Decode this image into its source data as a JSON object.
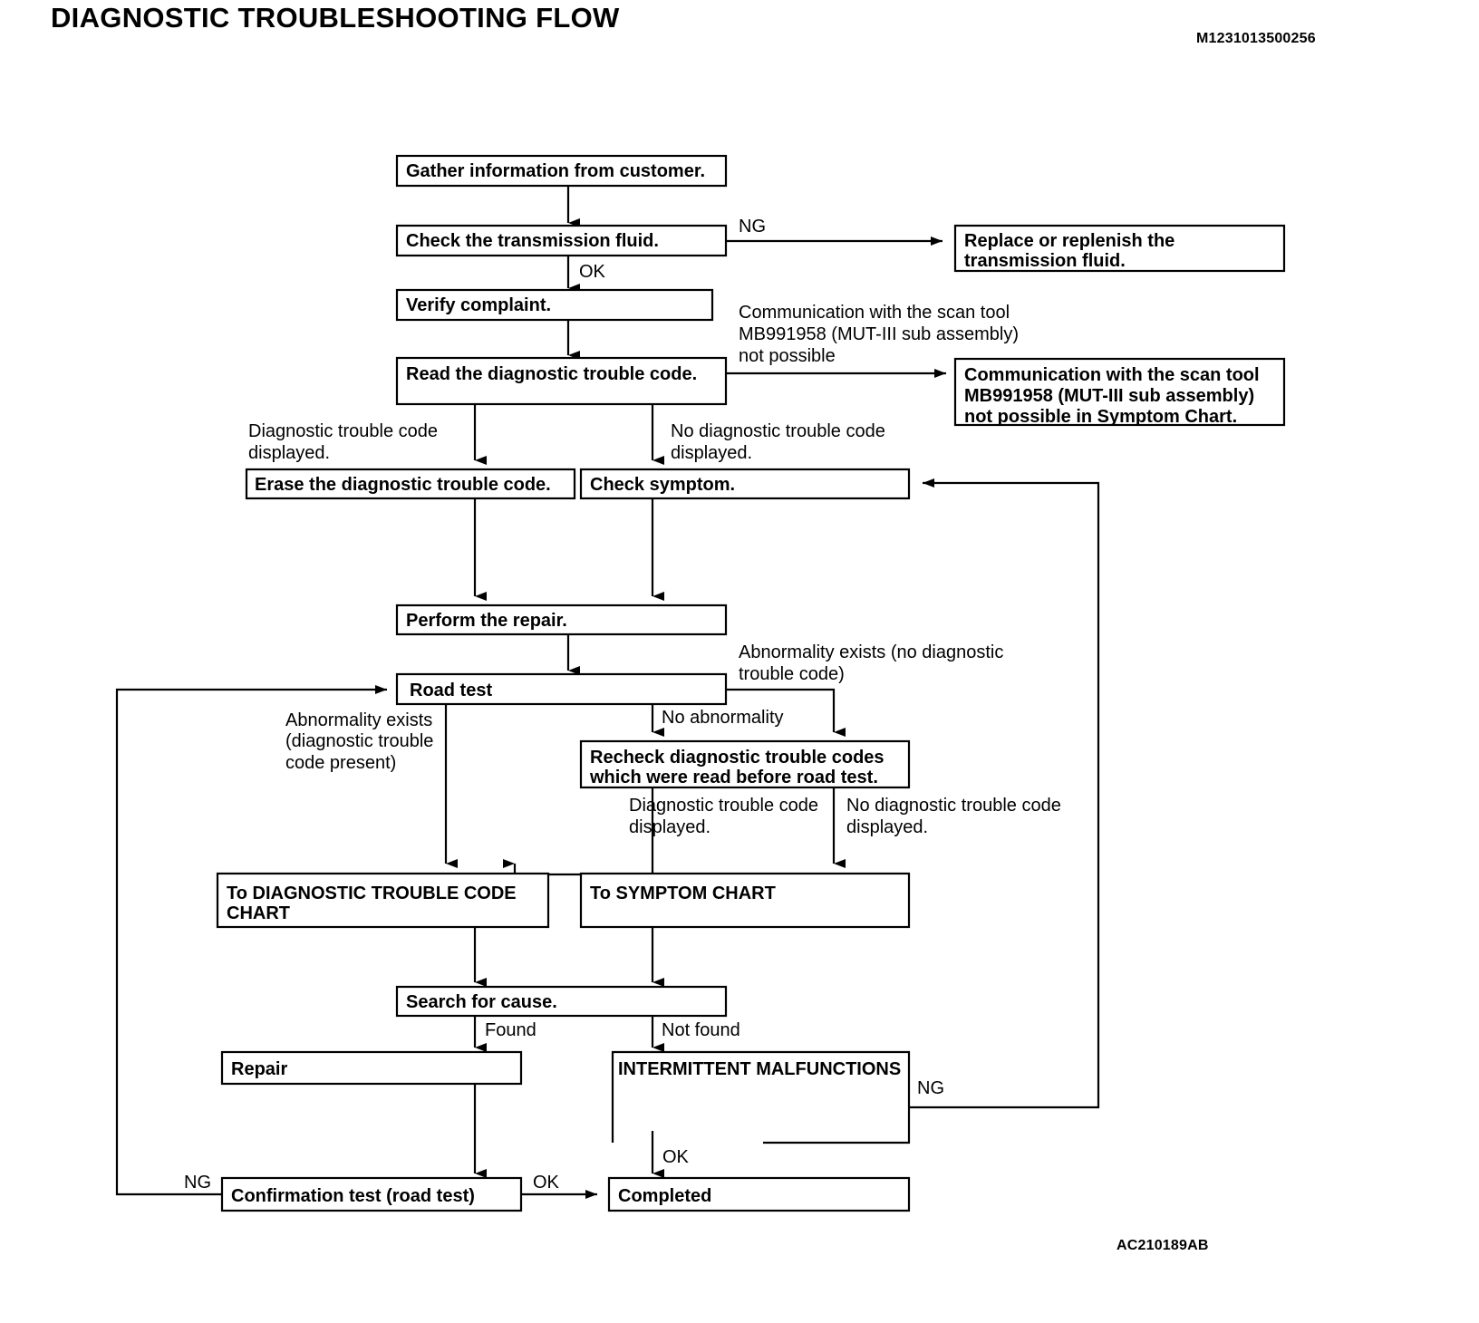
{
  "header": {
    "title": "DIAGNOSTIC TROUBLESHOOTING FLOW",
    "doc_id": "M1231013500256"
  },
  "footer": {
    "figure_id": "AC210189AB"
  },
  "chart_data": {
    "type": "diagram",
    "diagram_kind": "flowchart",
    "title": "DIAGNOSTIC TROUBLESHOOTING FLOW"
  },
  "nodes": {
    "gather_info": {
      "line1": "Gather information from customer."
    },
    "check_fluid": {
      "line1": "Check the  transmission fluid."
    },
    "verify_complaint": {
      "line1": "Verify complaint."
    },
    "read_dtc": {
      "line1": "Read the diagnostic trouble code."
    },
    "replace_fluid": {
      "line1": "Replace or replenish the",
      "line2": "transmission fluid."
    },
    "comm_not_possible": {
      "line1": "Communication with the scan tool",
      "line2": "MB991958 (MUT-III sub assembly)",
      "line3": "not possible in Symptom Chart."
    },
    "erase_dtc": {
      "line1": "Erase the diagnostic trouble code."
    },
    "check_symptom": {
      "line1": "Check symptom."
    },
    "perform_repair": {
      "line1": "Perform the repair."
    },
    "road_test": {
      "line1": "Road test"
    },
    "recheck_dtc": {
      "line1": "Recheck diagnostic trouble codes",
      "line2": "which were read before road test."
    },
    "to_dtc_chart": {
      "line1": "To DIAGNOSTIC TROUBLE CODE",
      "line2": "CHART"
    },
    "to_symptom_chart": {
      "line1": "To SYMPTOM CHART"
    },
    "search_cause": {
      "line1": "Search for cause."
    },
    "repair": {
      "line1": "Repair"
    },
    "intermittent": {
      "line1": "INTERMITTENT MALFUNCTIONS"
    },
    "confirmation_test": {
      "line1": "Confirmation test (road test)"
    },
    "completed": {
      "line1": "Completed"
    }
  },
  "edge_labels": {
    "ng_fluid": "NG",
    "ok_fluid": "OK",
    "comm_note_l1": "Communication with the scan tool",
    "comm_note_l2": "MB991958 (MUT-III sub assembly)",
    "comm_note_l3": "not possible",
    "dtc_displayed_l1": "Diagnostic trouble code",
    "dtc_displayed_l2": "displayed.",
    "no_dtc_displayed_l1": "No diagnostic trouble code",
    "no_dtc_displayed_l2": "displayed.",
    "abnormality_no_dtc_l1": "Abnormality exists (no diagnostic",
    "abnormality_no_dtc_l2": "trouble code)",
    "abnormality_dtc_l1": "Abnormality exists",
    "abnormality_dtc_l2": "(diagnostic trouble",
    "abnormality_dtc_l3": "code present)",
    "no_abnormality": "No abnormality",
    "recheck_dtc_displayed_l1": "Diagnostic trouble code",
    "recheck_dtc_displayed_l2": "displayed.",
    "recheck_no_dtc_l1": "No diagnostic trouble code",
    "recheck_no_dtc_l2": "displayed.",
    "found": "Found",
    "not_found": "Not found",
    "ng_intermittent": "NG",
    "ok_intermittent": "OK",
    "ng_confirmation": "NG",
    "ok_confirmation": "OK"
  }
}
